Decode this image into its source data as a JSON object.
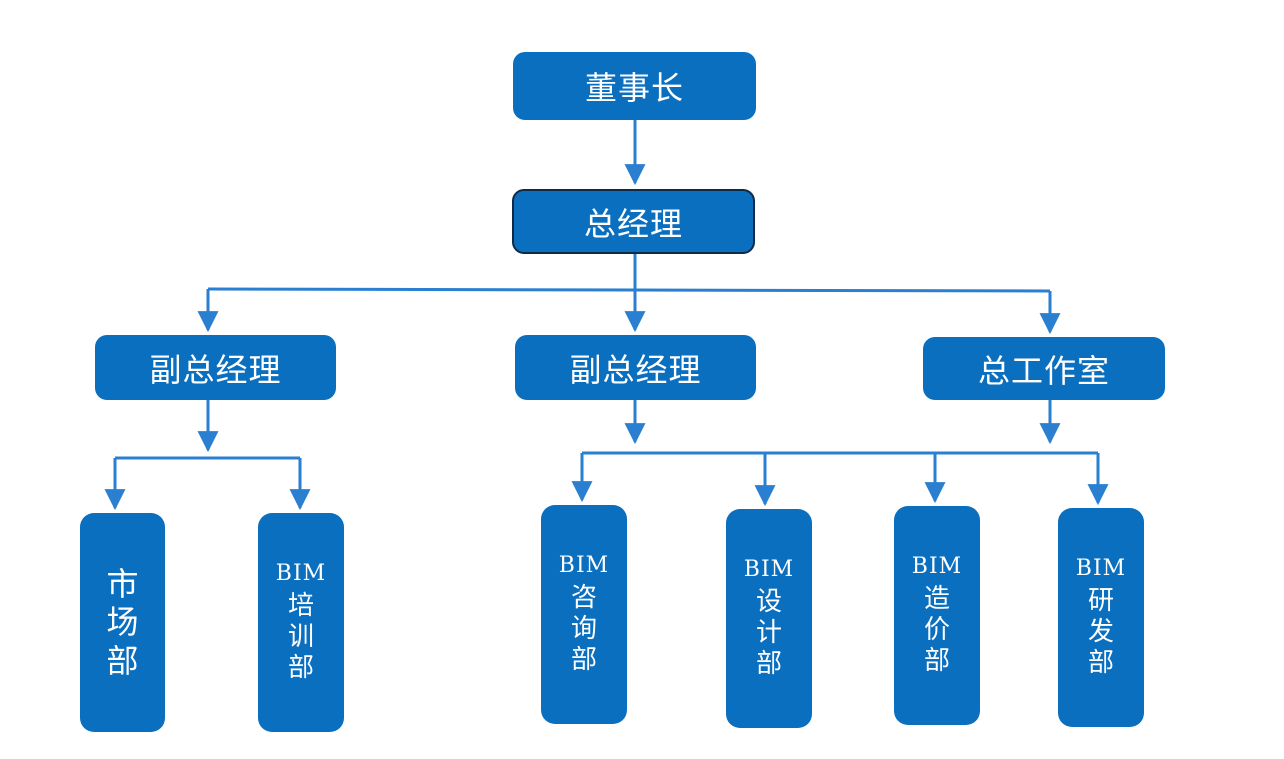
{
  "diagram": {
    "nodes": {
      "chairman": {
        "label": "董事长"
      },
      "general_manager": {
        "label": "总经理"
      },
      "deputy_gm_left": {
        "label": "副总经理"
      },
      "deputy_gm_center": {
        "label": "副总经理"
      },
      "chief_engineer_office": {
        "label": "总工作室"
      },
      "marketing_dept": {
        "chars": [
          "市",
          "场",
          "部"
        ]
      },
      "bim_training_dept": {
        "abbr": "BIM",
        "chars": [
          "培",
          "训",
          "部"
        ]
      },
      "bim_consulting_dept": {
        "abbr": "BIM",
        "chars": [
          "咨",
          "询",
          "部"
        ]
      },
      "bim_design_dept": {
        "abbr": "BIM",
        "chars": [
          "设",
          "计",
          "部"
        ]
      },
      "bim_costing_dept": {
        "abbr": "BIM",
        "chars": [
          "造",
          "价",
          "部"
        ]
      },
      "bim_rnd_dept": {
        "abbr": "BIM",
        "chars": [
          "研",
          "发",
          "部"
        ]
      }
    },
    "edges": [
      [
        "chairman",
        "general_manager"
      ],
      [
        "general_manager",
        "deputy_gm_left"
      ],
      [
        "general_manager",
        "deputy_gm_center"
      ],
      [
        "general_manager",
        "chief_engineer_office"
      ],
      [
        "deputy_gm_left",
        "marketing_dept"
      ],
      [
        "deputy_gm_left",
        "bim_training_dept"
      ],
      [
        "deputy_gm_center",
        "bim_consulting_dept"
      ],
      [
        "deputy_gm_center",
        "bim_design_dept"
      ],
      [
        "deputy_gm_center",
        "bim_costing_dept"
      ],
      [
        "deputy_gm_center",
        "bim_rnd_dept"
      ],
      [
        "chief_engineer_office",
        "bim_consulting_dept"
      ],
      [
        "chief_engineer_office",
        "bim_design_dept"
      ],
      [
        "chief_engineer_office",
        "bim_costing_dept"
      ],
      [
        "chief_engineer_office",
        "bim_rnd_dept"
      ]
    ],
    "colors": {
      "box": "#0b6fc0",
      "connector": "#2a7fd0",
      "text": "#ffffff",
      "highlight_border": "#0f2a45"
    }
  }
}
